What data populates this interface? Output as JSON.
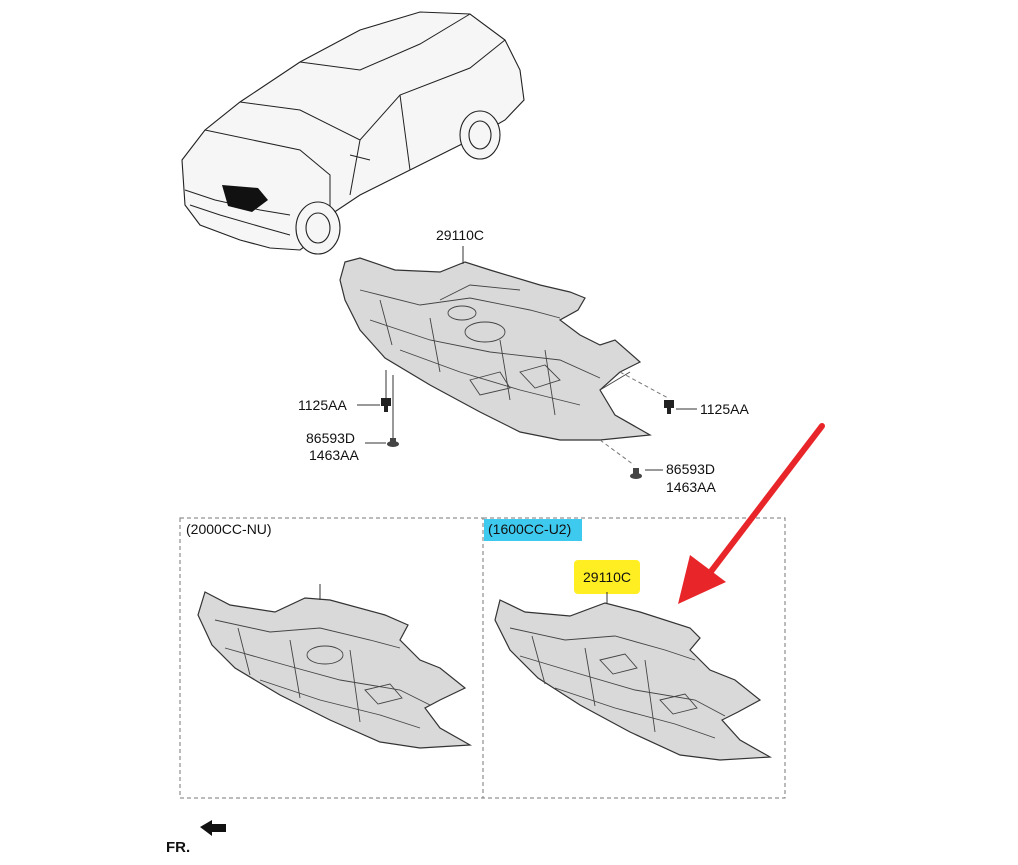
{
  "parts": {
    "main_part": "29110C",
    "bolt_left": "1125AA",
    "bolt_right": "1125AA",
    "clip_left_line1": "86593D",
    "clip_left_line2": "1463AA",
    "clip_right_line1": "86593D",
    "clip_right_line2": "1463AA"
  },
  "variants": {
    "left_label": "(2000CC-NU)",
    "right_label": "(1600CC-U2)",
    "right_part": "29110C"
  },
  "orientation": {
    "label": "FR."
  },
  "highlights": {
    "variant_label_color": "#3ec9ee",
    "part_label_color": "#ffee22",
    "arrow_color": "#e8262a"
  }
}
